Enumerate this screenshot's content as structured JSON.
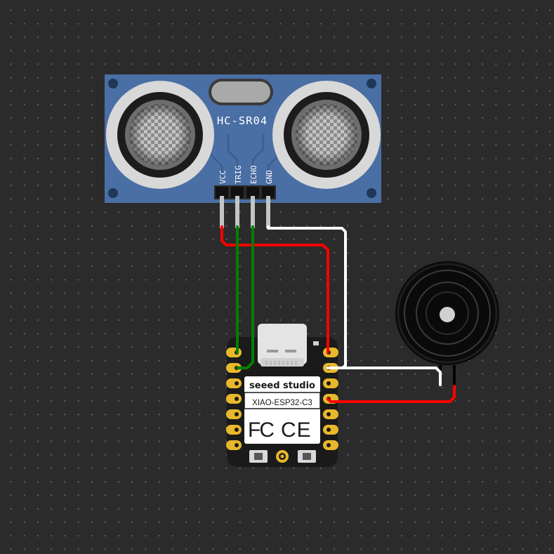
{
  "sensor": {
    "model": "HC-SR04",
    "pins": [
      "VCC",
      "TRIG",
      "ECHO",
      "GND"
    ]
  },
  "board": {
    "brand": "seeed studio",
    "model": "XIAO-ESP32-C3",
    "cert_fc": "FC",
    "cert_ce": "CE"
  },
  "colors": {
    "canvas": "#2b2b2b",
    "sensor_pcb": "#4a6fa5",
    "board_pcb": "#1a1a1a",
    "pad_gold": "#e8b82c",
    "wire_red": "#ff0000",
    "wire_green": "#008000",
    "wire_white": "#ffffff"
  }
}
